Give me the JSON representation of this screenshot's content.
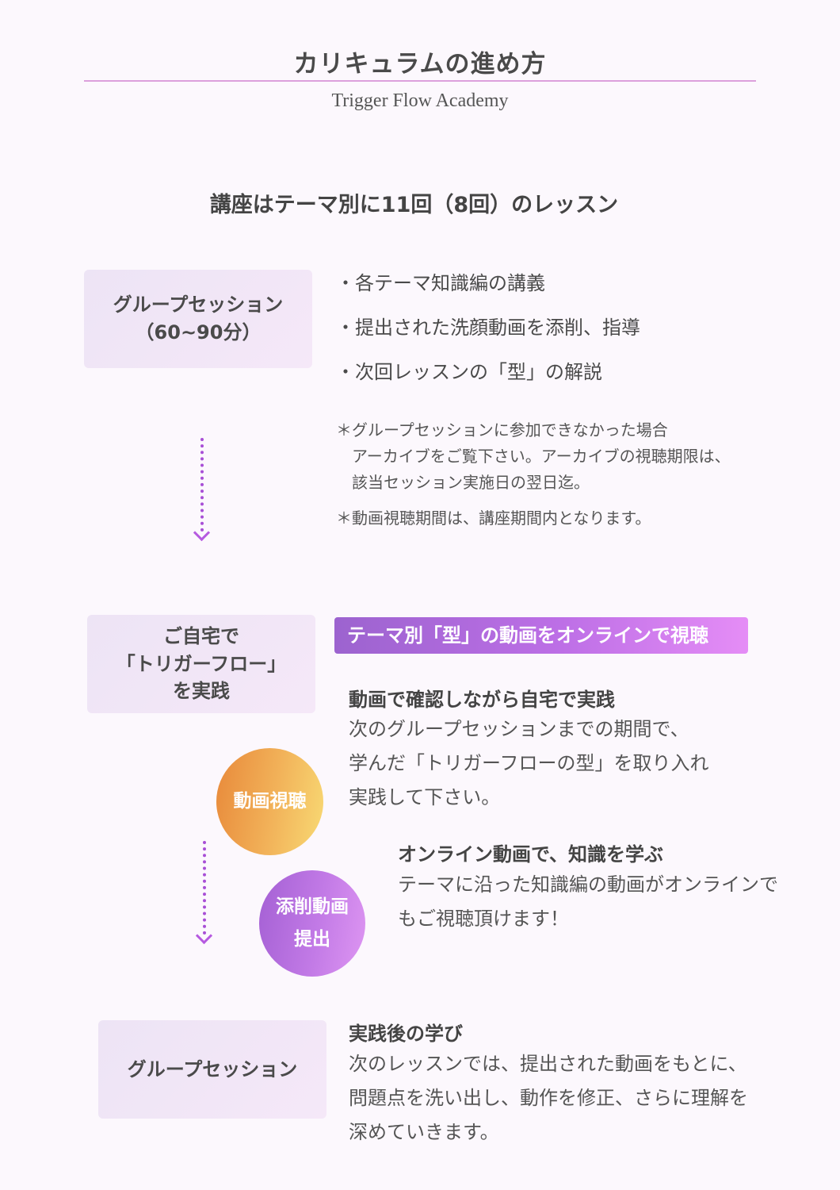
{
  "header": {
    "title": "カリキュラムの進め方",
    "subtitle": "Trigger Flow Academy"
  },
  "intro": {
    "heading": "講座はテーマ別に11回（8回）のレッスン"
  },
  "step1": {
    "box_line1": "グループセッション",
    "box_line2": "（60~90分）",
    "bullets": [
      "・各テーマ知識編の講義",
      "・提出された洗顔動画を添削、指導",
      "・次回レッスンの「型」の解説"
    ],
    "notes": [
      {
        "lines": [
          "＊グループセッションに参加できなかった場合",
          "　アーカイブをご覧下さい。アーカイブの視聴期限は、",
          "　該当セッション実施日の翌日迄。"
        ]
      },
      {
        "lines": [
          "＊動画視聴期間は、講座期間内となります。"
        ]
      }
    ]
  },
  "step2": {
    "box_lines": [
      "ご自宅で",
      "「トリガーフロー」",
      "を実践"
    ],
    "banner": "テーマ別「型」の動画をオンラインで視聴",
    "practice": {
      "title": "動画で確認しながら自宅で実践",
      "lines": [
        "次のグループセッションまでの期間で、",
        "学んだ「トリガーフローの型」を取り入れ",
        "実践して下さい。"
      ]
    },
    "online": {
      "title": "オンライン動画で、知識を学ぶ",
      "lines": [
        "テーマに沿った知識編の動画がオンラインで",
        "もご視聴頂けます！"
      ]
    },
    "badge_watch": "動画視聴",
    "badge_submit_line1": "添削動画",
    "badge_submit_line2": "提出"
  },
  "step3": {
    "box_label": "グループセッション",
    "title": "実践後の学び",
    "lines": [
      "次のレッスンでは、提出された動画をもとに、",
      "問題点を洗い出し、動作を修正、さらに理解を",
      "深めていきます。"
    ]
  },
  "colors": {
    "accent_purple": "#b66ee3",
    "accent_orange": "#f2a54b",
    "box_bg": "#efe6f6",
    "rule": "#dca0dc"
  },
  "icons": {
    "flow_arrow": "dotted-arrow-down-icon"
  }
}
